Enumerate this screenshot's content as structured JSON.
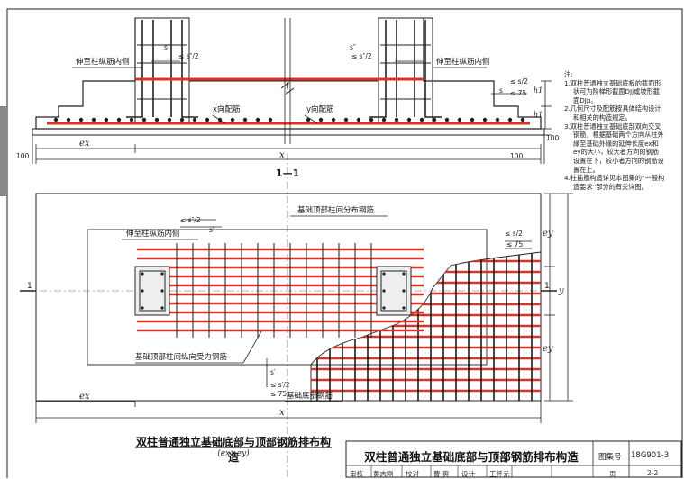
{
  "drawing": {
    "labels": {
      "elev_left_callout": "伸至柱纵筋内侧",
      "elev_right_callout": "伸至柱纵筋内侧",
      "x_rebar": "x向配筋",
      "y_rebar": "y向配筋",
      "section_mark": "1—1",
      "plan_callout": "伸至柱纵筋内侧",
      "top_dist_bars": "基础顶部柱间分布钢筋",
      "top_long_bars": "基础顶部柱间纵向受力钢筋",
      "bottom_bars": "基础底部钢筋",
      "section_cut_left": "1",
      "section_cut_right": "1"
    },
    "dims": {
      "ex": "ex",
      "ey": "ey",
      "x": "x",
      "y": "y",
      "d100": "100",
      "s": "s",
      "s_half": "≤ s/2",
      "s_quote": "s″",
      "s_quote_half": "≤ s″/2",
      "le75": "≤ 75",
      "h1": "h1",
      "s_prime": "s′",
      "s_prime_half": "≤ s′/2"
    }
  },
  "notes": {
    "head": "注:",
    "items": [
      "1.双柱普通独立基础底板的截面形状可为阶梯形截面DJj或坡形截面DJp。",
      "2.几何尺寸及配筋按具体结构设计和相关的构造规定。",
      "3.双柱普通独立基础底部双向交叉钢筋，根据基础两个方向从柱外缘至基础外缘的延伸长度ex和ey的大小，较大者方向的钢筋设置在下，较小者方向的钢筋设置在上。",
      "4.柱插筋构造详见本图集的“一般构造要求”部分的有关详图。"
    ]
  },
  "caption": {
    "title": "双柱普通独立基础底部与顶部钢筋排布构造",
    "subtitle": "(ex>ey)"
  },
  "title_block": {
    "title": "双柱普通独立基础底部与顶部钢筋排布构造",
    "atlas_label": "图集号",
    "atlas_no": "18G901-3",
    "row": [
      "审核",
      "黄志刚",
      "校对",
      "曹 爽",
      "设计",
      "王怀元",
      "页",
      "2-2"
    ]
  },
  "colors": {
    "rebar_red": "#d9332b",
    "line_dark": "#1a1a1a",
    "dim_gray": "#444444",
    "dashed": "#666666"
  }
}
